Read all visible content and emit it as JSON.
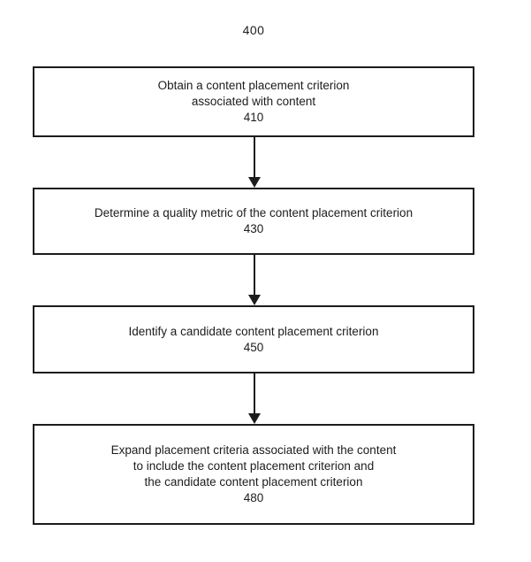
{
  "colors": {
    "ink": "#1c1c1c",
    "paper": "#ffffff"
  },
  "figure": {
    "label": "400",
    "steps": [
      {
        "lines": [
          "Obtain a content placement criterion",
          "associated with content"
        ],
        "ref": "410"
      },
      {
        "lines": [
          "Determine a quality metric of the content placement criterion"
        ],
        "ref": "430"
      },
      {
        "lines": [
          "Identify a candidate content placement criterion"
        ],
        "ref": "450"
      },
      {
        "lines": [
          "Expand placement criteria associated with the content",
          "to include the content placement criterion and",
          "the candidate content placement criterion"
        ],
        "ref": "480"
      }
    ]
  }
}
